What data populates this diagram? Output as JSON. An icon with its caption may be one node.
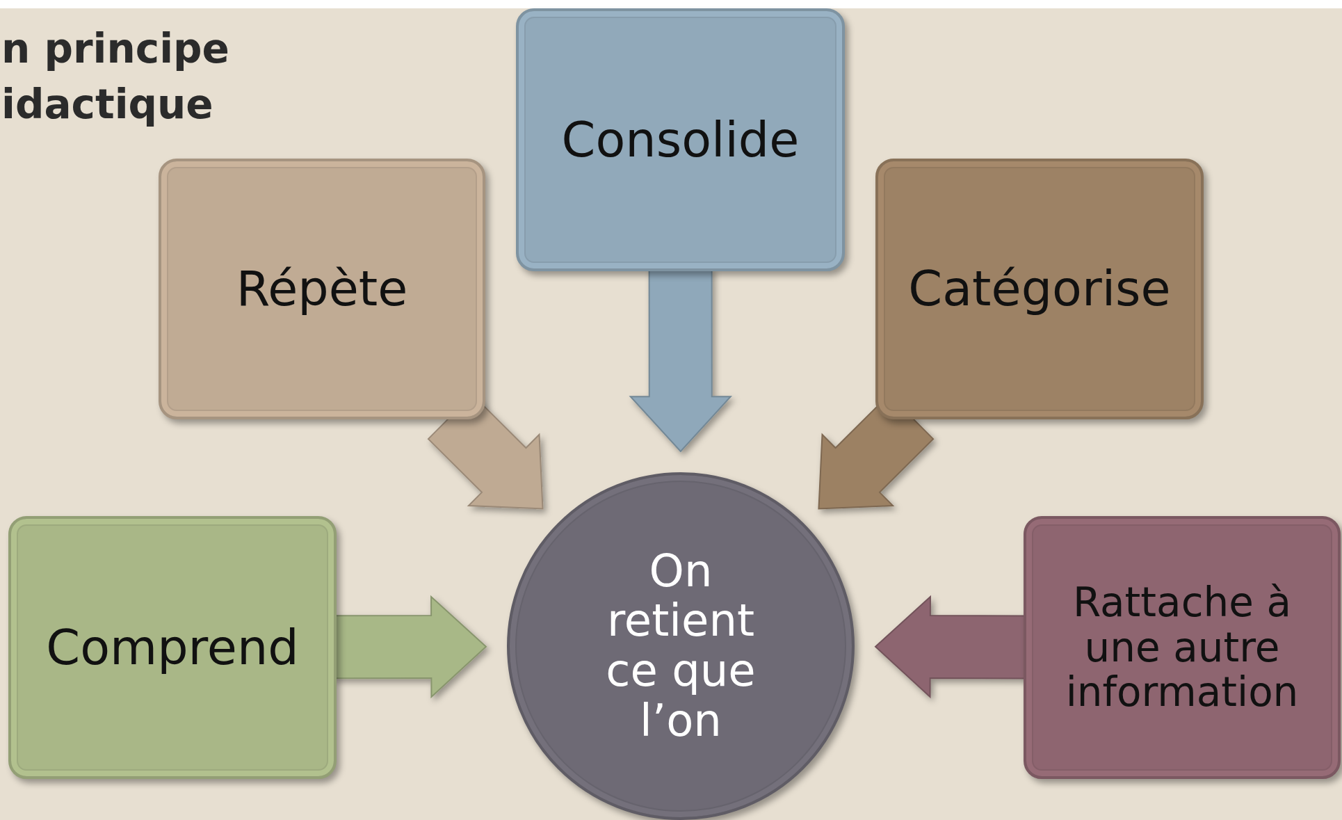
{
  "diagram": {
    "title": "n principe idactique",
    "nodes": [
      {
        "text": [
          "Répète"
        ]
      },
      {
        "text": [
          "Consolide"
        ]
      },
      {
        "text": [
          "Catégorise"
        ]
      },
      {
        "text": [
          "Comprend"
        ]
      },
      {
        "text": [
          "On retient ce que l’on"
        ]
      },
      {
        "text": [
          "Rattache à une autre information"
        ]
      }
    ],
    "edges": [
      {
        "from": 0,
        "to": 4,
        "arrow": "to",
        "style": "thick",
        "color": "#bfaa93"
      },
      {
        "from": 1,
        "to": 4,
        "arrow": "to",
        "style": "thick",
        "color": "#8fa8ba"
      },
      {
        "from": 2,
        "to": 4,
        "arrow": "to",
        "style": "thick",
        "color": "#9c8164"
      },
      {
        "from": 3,
        "to": 4,
        "arrow": "to",
        "style": "thick",
        "color": "#a8b887"
      },
      {
        "from": 5,
        "to": 4,
        "arrow": "to",
        "style": "thick",
        "color": "#8d6570"
      }
    ]
  }
}
